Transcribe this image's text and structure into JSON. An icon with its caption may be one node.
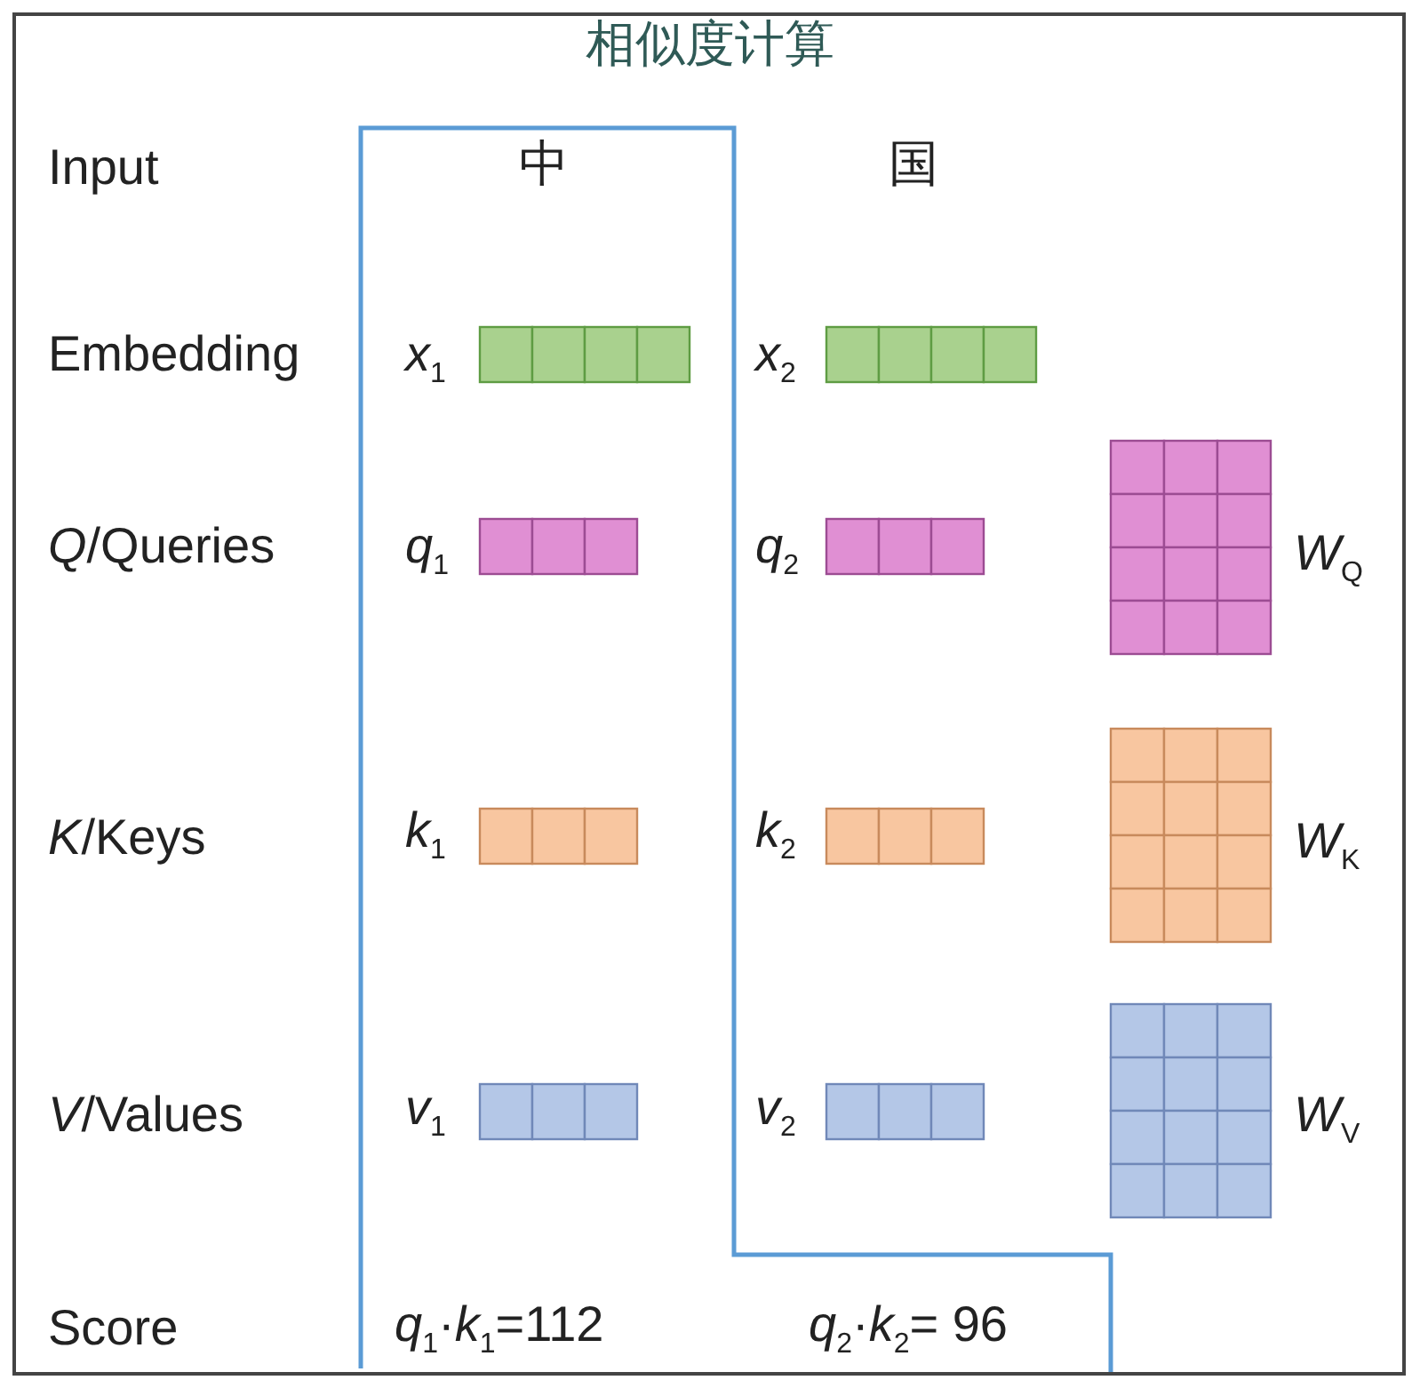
{
  "diagram": {
    "title": "相似度计算",
    "labels": [
      "Input",
      "中",
      "国",
      "Embedding",
      "*x*$_{1}$",
      "*x*$_{2}$",
      "*Q*/Queries",
      "*q*$_{1}$",
      "*q*$_{2}$",
      "*W*$_{Q}$",
      "*K*/Keys",
      "*k*$_{1}$",
      "*k*$_{2}$",
      "*W*$_{K}$",
      "*V*/Values",
      "*v*$_{1}$",
      "*v*$_{2}$",
      "*W*$_{V}$",
      "Score",
      "*q*$_{1}$·*k*$_{1}$=112",
      "*q*$_{2}$·*k*$_{2}$= 96"
    ]
  }
}
